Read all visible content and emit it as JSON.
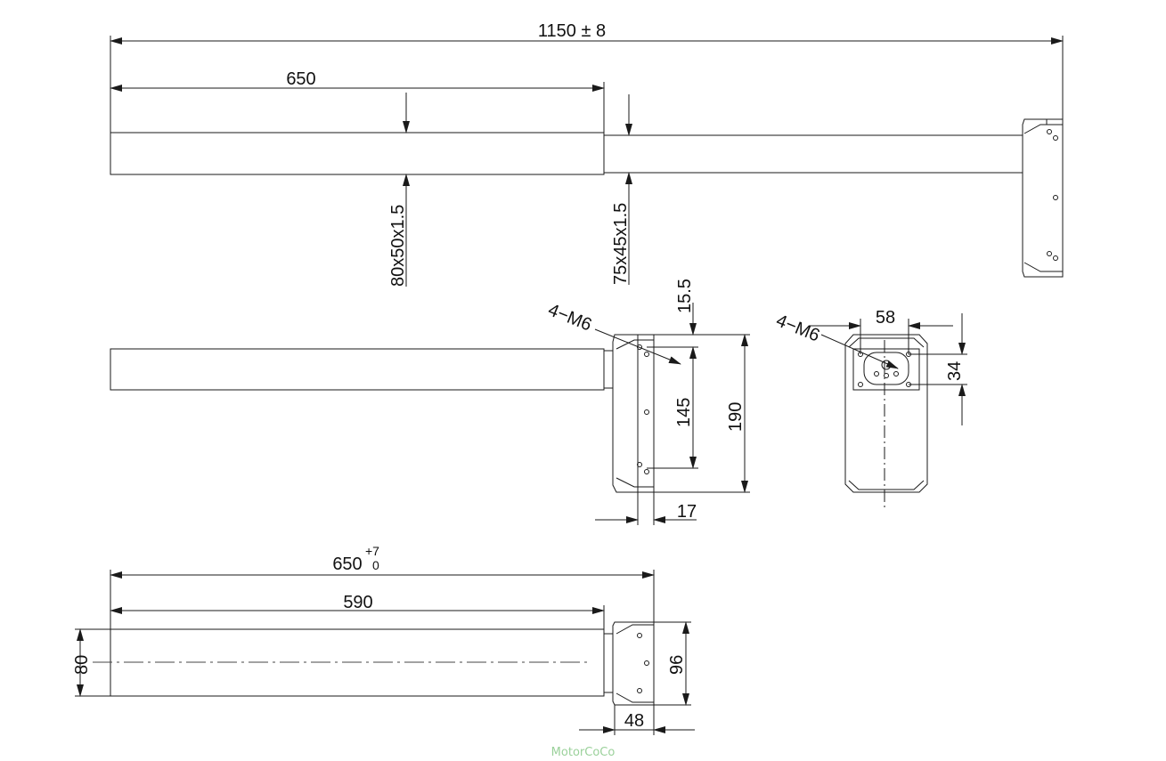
{
  "colors": {
    "line": "#1a1a1a",
    "thin": "#333333",
    "fill": "#ffffff",
    "watermark": "#9bd19b"
  },
  "top_view": {
    "overall_length": "1150 ± 8",
    "outer_tube_length": "650",
    "outer_tube_section": "80x50x1.5",
    "inner_tube_section": "75x45x1.5"
  },
  "side_view": {
    "holes_label": "4−M6",
    "hole_offset": "15.5",
    "hole_spacing": "145",
    "bracket_height": "190",
    "bracket_depth": "17"
  },
  "end_view": {
    "holes_label": "4−M6",
    "hole_spacing_width": "58",
    "hole_spacing_height": "34"
  },
  "bottom_view": {
    "retracted_length": "650",
    "tolerance_upper": "+7",
    "tolerance_lower": "0",
    "stroke_length": "590",
    "tube_height": "80",
    "bracket_height": "96",
    "bracket_width": "48"
  },
  "watermark": "MotorCoCo"
}
